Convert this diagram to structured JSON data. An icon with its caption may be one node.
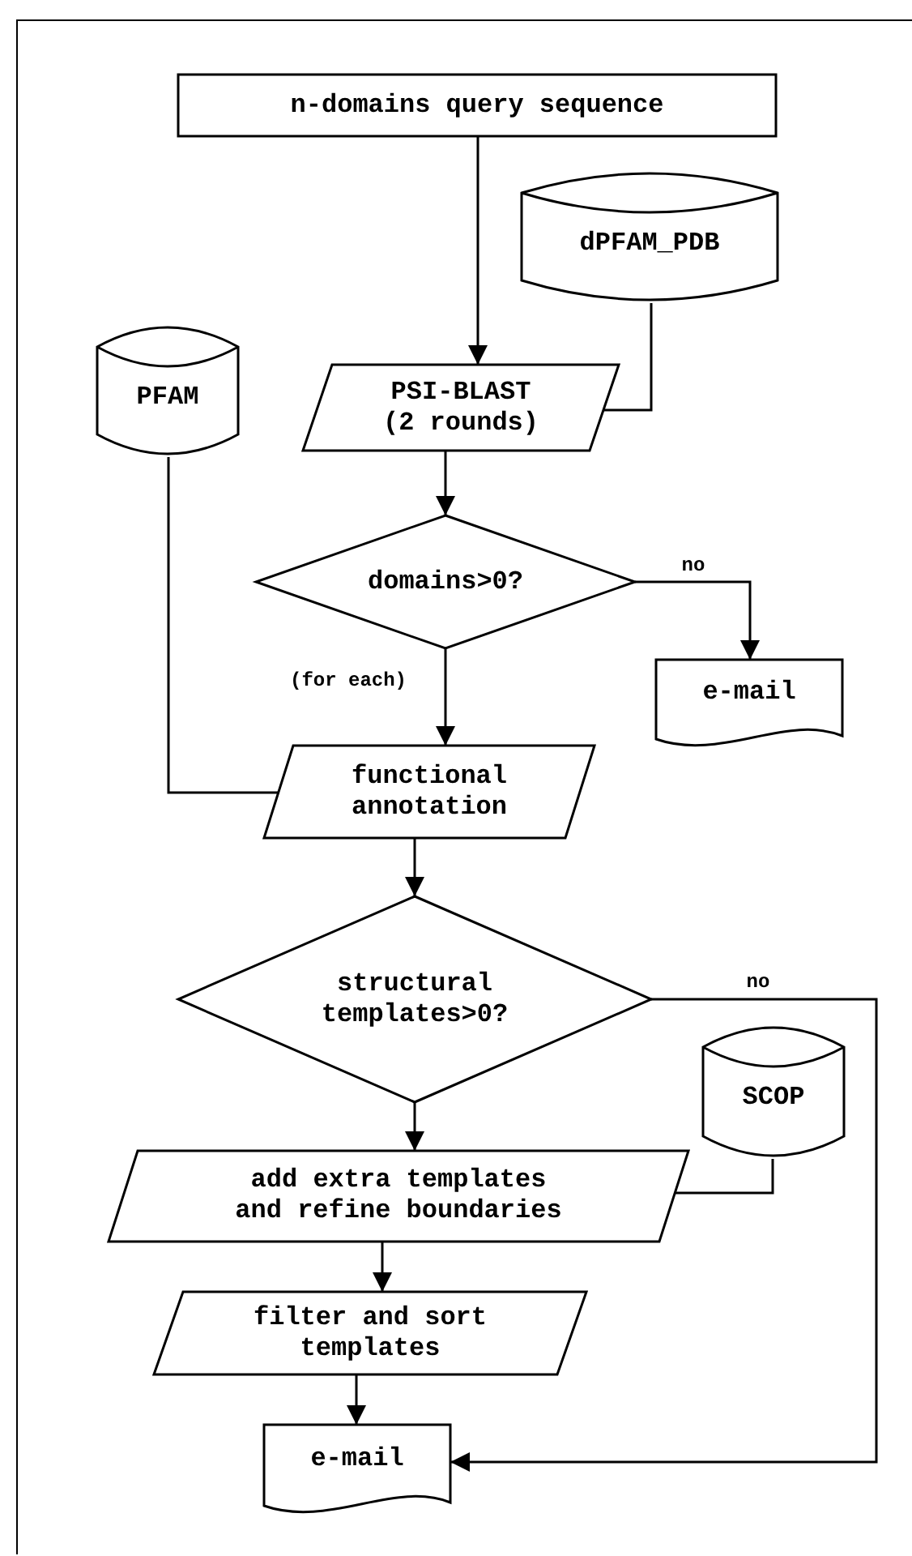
{
  "diagram": {
    "nodes": [
      {
        "text": [
          "n-domains query sequence"
        ]
      },
      {
        "text": [
          "dPFAM_PDB"
        ]
      },
      {
        "text": [
          "PFAM"
        ]
      },
      {
        "text": [
          "PSI-BLAST (2 rounds)"
        ]
      },
      {
        "text": [
          "domains>0?"
        ]
      },
      {
        "text": [
          "e-mail"
        ]
      },
      {
        "text": [
          "functional annotation"
        ]
      },
      {
        "text": [
          "structural templates>0?"
        ]
      },
      {
        "text": [
          "SCOP"
        ]
      },
      {
        "text": [
          "add extra templates and refine boundaries"
        ]
      },
      {
        "text": [
          "filter and sort templates"
        ]
      },
      {
        "text": [
          "e-mail"
        ]
      }
    ],
    "edges": [
      {
        "from": 0,
        "to": 3,
        "arrow": "to"
      },
      {
        "from": 1,
        "to": 3,
        "arrow": "none"
      },
      {
        "from": 3,
        "to": 4,
        "arrow": "to"
      },
      {
        "from": 4,
        "to": 5,
        "arrow": "to",
        "label": "no"
      },
      {
        "from": 4,
        "to": 6,
        "arrow": "to",
        "label": "(for each)"
      },
      {
        "from": 2,
        "to": 6,
        "arrow": "none"
      },
      {
        "from": 6,
        "to": 7,
        "arrow": "to"
      },
      {
        "from": 7,
        "to": 11,
        "arrow": "to",
        "label": "no"
      },
      {
        "from": 7,
        "to": 9,
        "arrow": "to"
      },
      {
        "from": 8,
        "to": 9,
        "arrow": "none"
      },
      {
        "from": 9,
        "to": 10,
        "arrow": "to"
      },
      {
        "from": 10,
        "to": 11,
        "arrow": "to"
      }
    ]
  }
}
